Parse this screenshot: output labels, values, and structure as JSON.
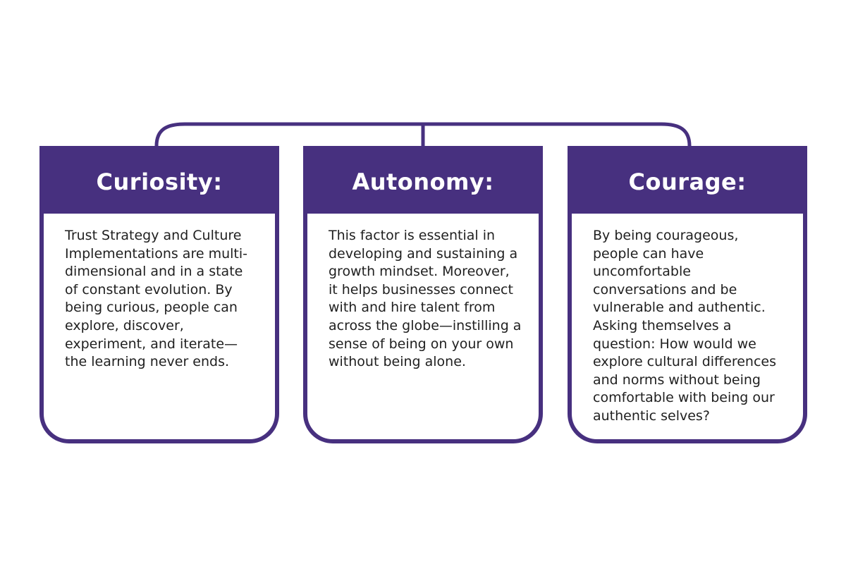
{
  "colors": {
    "accent": "#47307f",
    "text": "#1f1f1f",
    "background": "#ffffff"
  },
  "cards": [
    {
      "title": "Curiosity:",
      "body": "Trust Strategy and Culture Implementations are multi-dimensional and in a state of constant evolution. By being curious, people can explore, discover, experiment, and iterate—the learning never ends."
    },
    {
      "title": "Autonomy:",
      "body": "This factor is essential in developing and sustaining a growth mindset. Moreover, it helps businesses connect with and hire talent from across the globe—instilling a sense of being on your own without being alone."
    },
    {
      "title": "Courage:",
      "body": "By being courageous, people can have uncomfortable conversations and be vulnerable and authentic. Asking themselves a question: How would we explore cultural differences and norms without being comfortable with being our authentic selves?"
    }
  ]
}
